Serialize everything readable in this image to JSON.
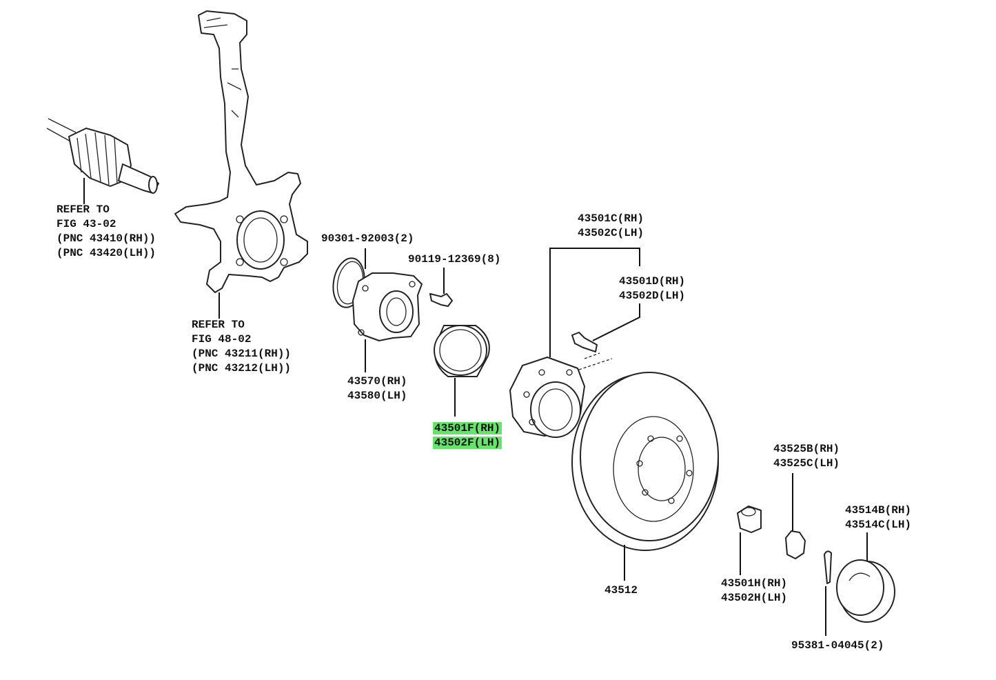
{
  "labels": {
    "cv_shaft_ref": [
      "REFER TO",
      "FIG 43-02",
      "(PNC 43410(RH))",
      "(PNC 43420(LH))"
    ],
    "knuckle_ref": [
      "REFER TO",
      "FIG 48-02",
      "(PNC 43211(RH))",
      "(PNC 43212(LH))"
    ],
    "oring": "90301-92003(2)",
    "bolt_small": "90119-12369(8)",
    "bearing_housing": [
      "43570(RH)",
      "43580(LH)"
    ],
    "bearing": [
      "43501F(RH)",
      "43502F(LH)"
    ],
    "hub": [
      "43501C(RH)",
      "43502C(LH)"
    ],
    "hub_bolt": [
      "43501D(RH)",
      "43502D(LH)"
    ],
    "rotor": "43512",
    "nut": [
      "43501H(RH)",
      "43502H(LH)"
    ],
    "lock_cap": [
      "43525B(RH)",
      "43525C(LH)"
    ],
    "grease_cap": [
      "43514B(RH)",
      "43514C(LH)"
    ],
    "cotter_pin": "95381-04045(2)"
  },
  "highlight_color": "#66e36a"
}
